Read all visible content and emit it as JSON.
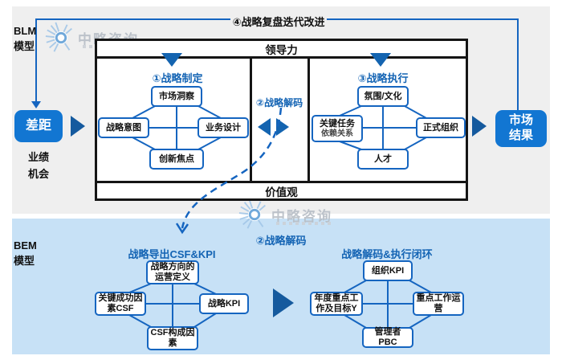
{
  "watermark": {
    "name": "中略咨询"
  },
  "blm": {
    "side_label_1": "BLM",
    "side_label_2": "模型",
    "feedback_label": "④战略复盘迭代改进",
    "leadership": "领导力",
    "values": "价值观",
    "gap_label": "差距",
    "gap_sub_1": "业绩",
    "gap_sub_2": "机会",
    "market_result_1": "市场",
    "market_result_2": "结果",
    "s1": {
      "title": "①战略制定",
      "top": "市场洞察",
      "left": "战略意图",
      "right": "业务设计",
      "bottom": "创新焦点"
    },
    "s2": {
      "title": "②战略解码"
    },
    "s3": {
      "title": "③战略执行",
      "top": "氛围/文化",
      "left_main": "关键任务",
      "left_sub": "依赖关系",
      "right": "正式组织",
      "bottom": "人才"
    }
  },
  "bem": {
    "side_label_1": "BEM",
    "side_label_2": "模型",
    "decode_label": "②战略解码",
    "g1": {
      "title": "战略导出CSF&KPI",
      "top": "战略方向的运营定义",
      "left": "关键成功因素CSF",
      "right": "战略KPI",
      "bottom": "CSF构成因素"
    },
    "g2": {
      "title": "战略解码&执行闭环",
      "top": "组织KPI",
      "left": "年度重点工作及目标Y",
      "right": "重点工作运营",
      "bottom": "管理者PBC"
    }
  },
  "colors": {
    "accent_blue": "#1276d2",
    "border_blue": "#1565c0",
    "arrow_blue": "#155a9e",
    "label_blue": "#1464b4",
    "bem_background": "#c7e1f6",
    "blm_background": "#efefef",
    "frame_black": "#151515"
  }
}
